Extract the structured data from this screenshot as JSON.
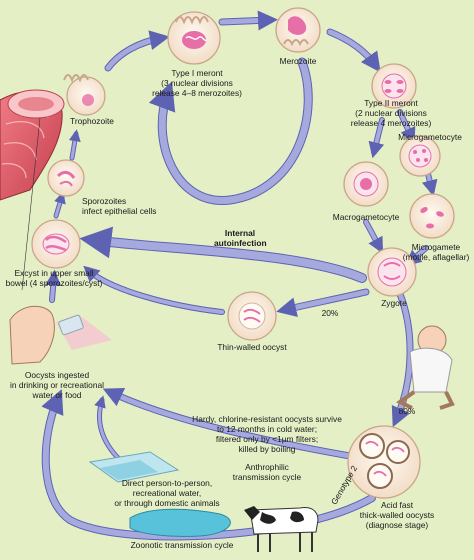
{
  "labels": {
    "type1_meront": "Type I meront\n(3 nuclear divisions\nrelease 4–8 merozoites)",
    "merozoite": "Merozoite",
    "type2_meront": "Type II meront\n(2 nuclear divisions\nrelease 4 merozoites)",
    "microgametocyte": "Microgametocyte",
    "macrogametocyte": "Macrogametocyte",
    "microgamete": "Microgamete\n(motile, aflagellar)",
    "trophozoite": "Trophozoite",
    "sporozoites": "Sporozoites\ninfect epithelial cells",
    "internal_autoinfection": "Internal\nautoinfection",
    "excyst": "Excyst in upper small\nbowel (4 sporozoites/cyst)",
    "zygote": "Zygote",
    "percent_20": "20%",
    "thin_walled_oocyst": "Thin-walled oocyst",
    "percent_80": "80%",
    "oocysts_ingested": "Oocysts ingested\nin drinking or recreational\nwater or food",
    "hardy_oocysts": "Hardy, chlorine-resistant oocysts survive\nto 12 months in cold water;\nfiltered only by <1µm filters;\nkilled by boiling",
    "anthrophilic": "Anthrophilic\ntransmission cycle",
    "direct_transmission": "Direct person-to-person,\nrecreational water,\nor through domestic animals",
    "genotype_2": "Genotype 2",
    "acid_fast": "Acid fast\nthick-walled oocysts\n(diagnose stage)",
    "zoonotic": "Zoonotic transmission cycle"
  },
  "colors": {
    "background": "#e4efc6",
    "arrow_fill": "#a6a9de",
    "arrow_stroke": "#5e62b3",
    "cell_fill": "#fdf2e6",
    "cell_stroke": "#c9a689",
    "parasite": "#e66fa8",
    "intestine": "#d9535f",
    "water": "#58c2da"
  }
}
